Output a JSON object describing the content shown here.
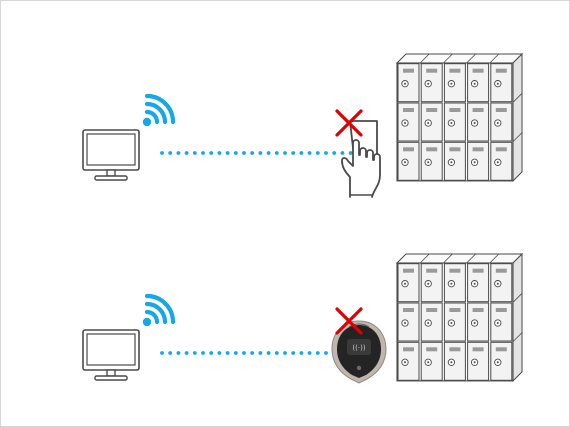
{
  "colors": {
    "wifi": "#16a7e8",
    "link": "#16a7e8",
    "blocked": "#e00000",
    "stroke": "#4a4a4a",
    "locker_fill": "#f3f3f3",
    "locker_side": "#e4e4e4",
    "label_plate": "#9a9a9a",
    "fob_body": "#242424",
    "fob_rim": "#bfb6ad",
    "fob_reader": "#3a3a3a"
  },
  "icons": {
    "computer": "monitor-icon",
    "wireless": "wifi-icon",
    "blocked": "red-x-icon",
    "card": "hand-with-card-icon",
    "fob": "rfid-key-fob-icon",
    "locker_bank": "locker-bank-icon"
  },
  "scenarios": [
    {
      "id": "card",
      "credential": "card"
    },
    {
      "id": "fob",
      "credential": "fob"
    }
  ],
  "locker_bank": {
    "columns": 5,
    "rows": 3
  }
}
